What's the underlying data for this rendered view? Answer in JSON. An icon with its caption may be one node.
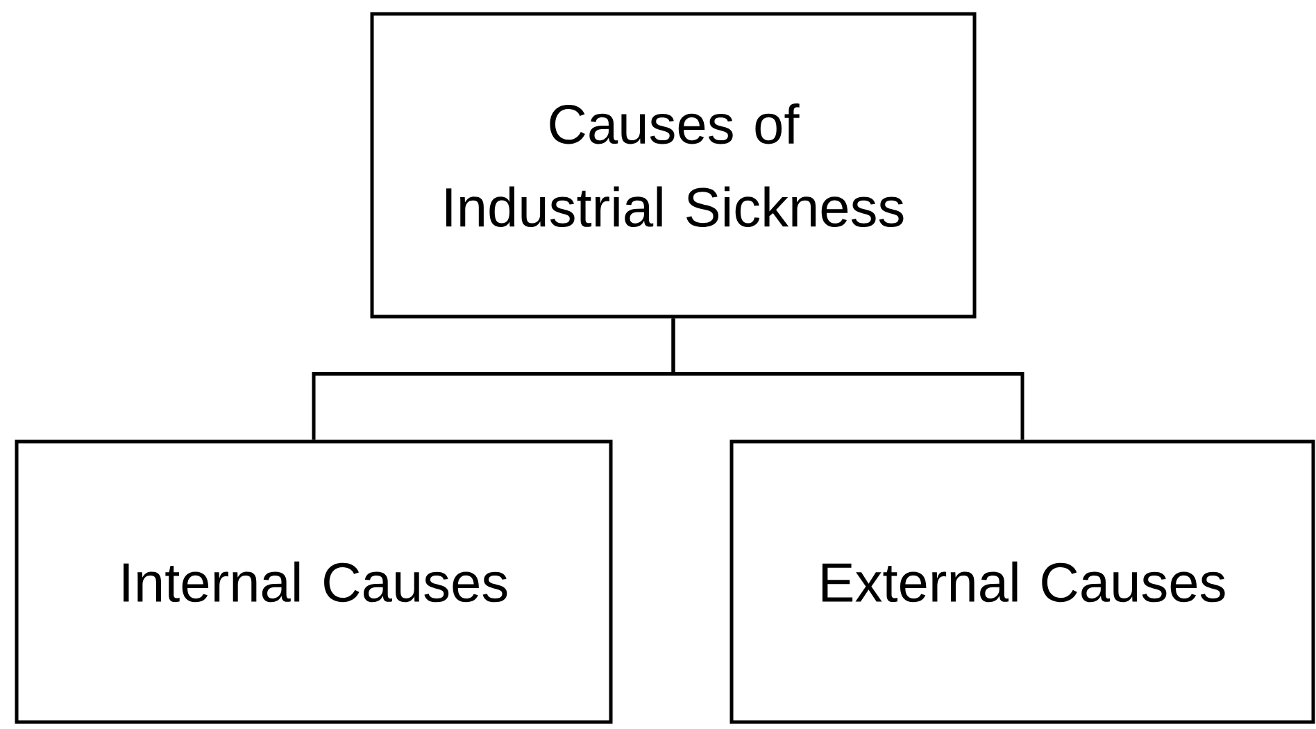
{
  "diagram": {
    "nodes": [
      {
        "text": [
          "Causes of Industrial Sickness"
        ]
      },
      {
        "text": [
          "Internal Causes"
        ]
      },
      {
        "text": [
          "External Causes"
        ]
      }
    ],
    "edges": [
      {
        "from": 0,
        "to": 1,
        "arrow": "none"
      },
      {
        "from": 0,
        "to": 2,
        "arrow": "none"
      }
    ]
  }
}
